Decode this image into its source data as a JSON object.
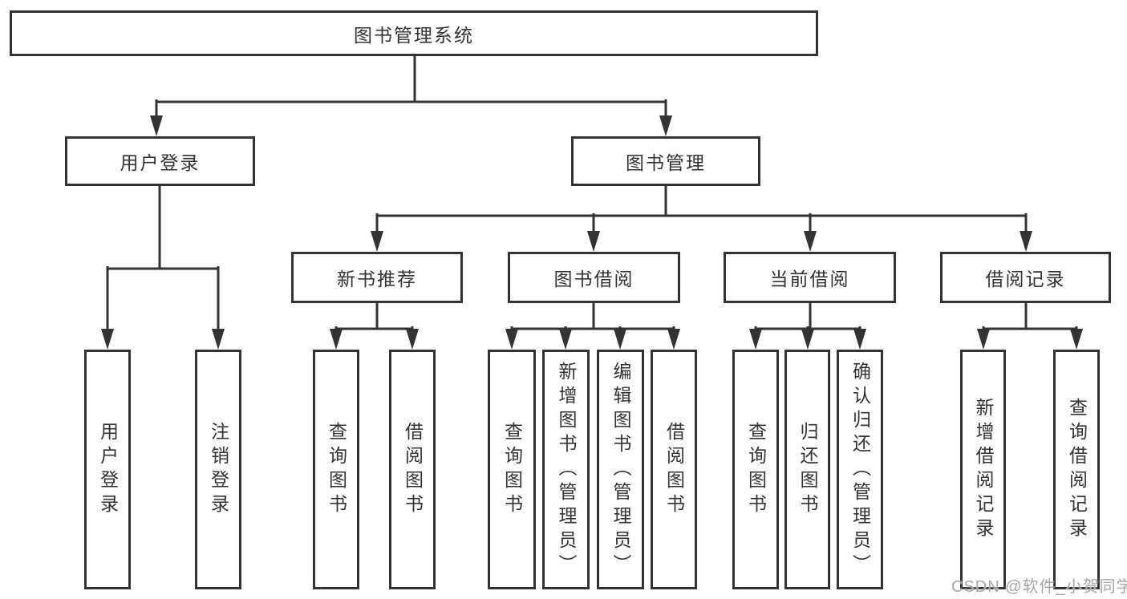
{
  "diagram": {
    "type": "hierarchy-diagram",
    "colors": {
      "background": "#ffffff",
      "line": "#333333",
      "box_border": "#333333",
      "box_fill": "#ffffff",
      "text": "#333333",
      "watermark": "#a6a6a6"
    }
  },
  "tree": {
    "label": "图书管理系统",
    "children": [
      {
        "label": "用户登录",
        "children": [
          {
            "label": "用户登录"
          },
          {
            "label": "注销登录"
          }
        ]
      },
      {
        "label": "图书管理",
        "children": [
          {
            "label": "新书推荐",
            "children": [
              {
                "label": "查询图书"
              },
              {
                "label": "借阅图书"
              }
            ]
          },
          {
            "label": "图书借阅",
            "children": [
              {
                "label": "查询图书"
              },
              {
                "label": "新增图书（管理员）"
              },
              {
                "label": "编辑图书（管理员）"
              },
              {
                "label": "借阅图书"
              }
            ]
          },
          {
            "label": "当前借阅",
            "children": [
              {
                "label": "查询图书"
              },
              {
                "label": "归还图书"
              },
              {
                "label": "确认归还（管理员）"
              }
            ]
          },
          {
            "label": "借阅记录",
            "children": [
              {
                "label": "新增借阅记录"
              },
              {
                "label": "查询借阅记录"
              }
            ]
          }
        ]
      }
    ]
  },
  "watermark": {
    "text": "CSDN @软件_小贺同学"
  }
}
